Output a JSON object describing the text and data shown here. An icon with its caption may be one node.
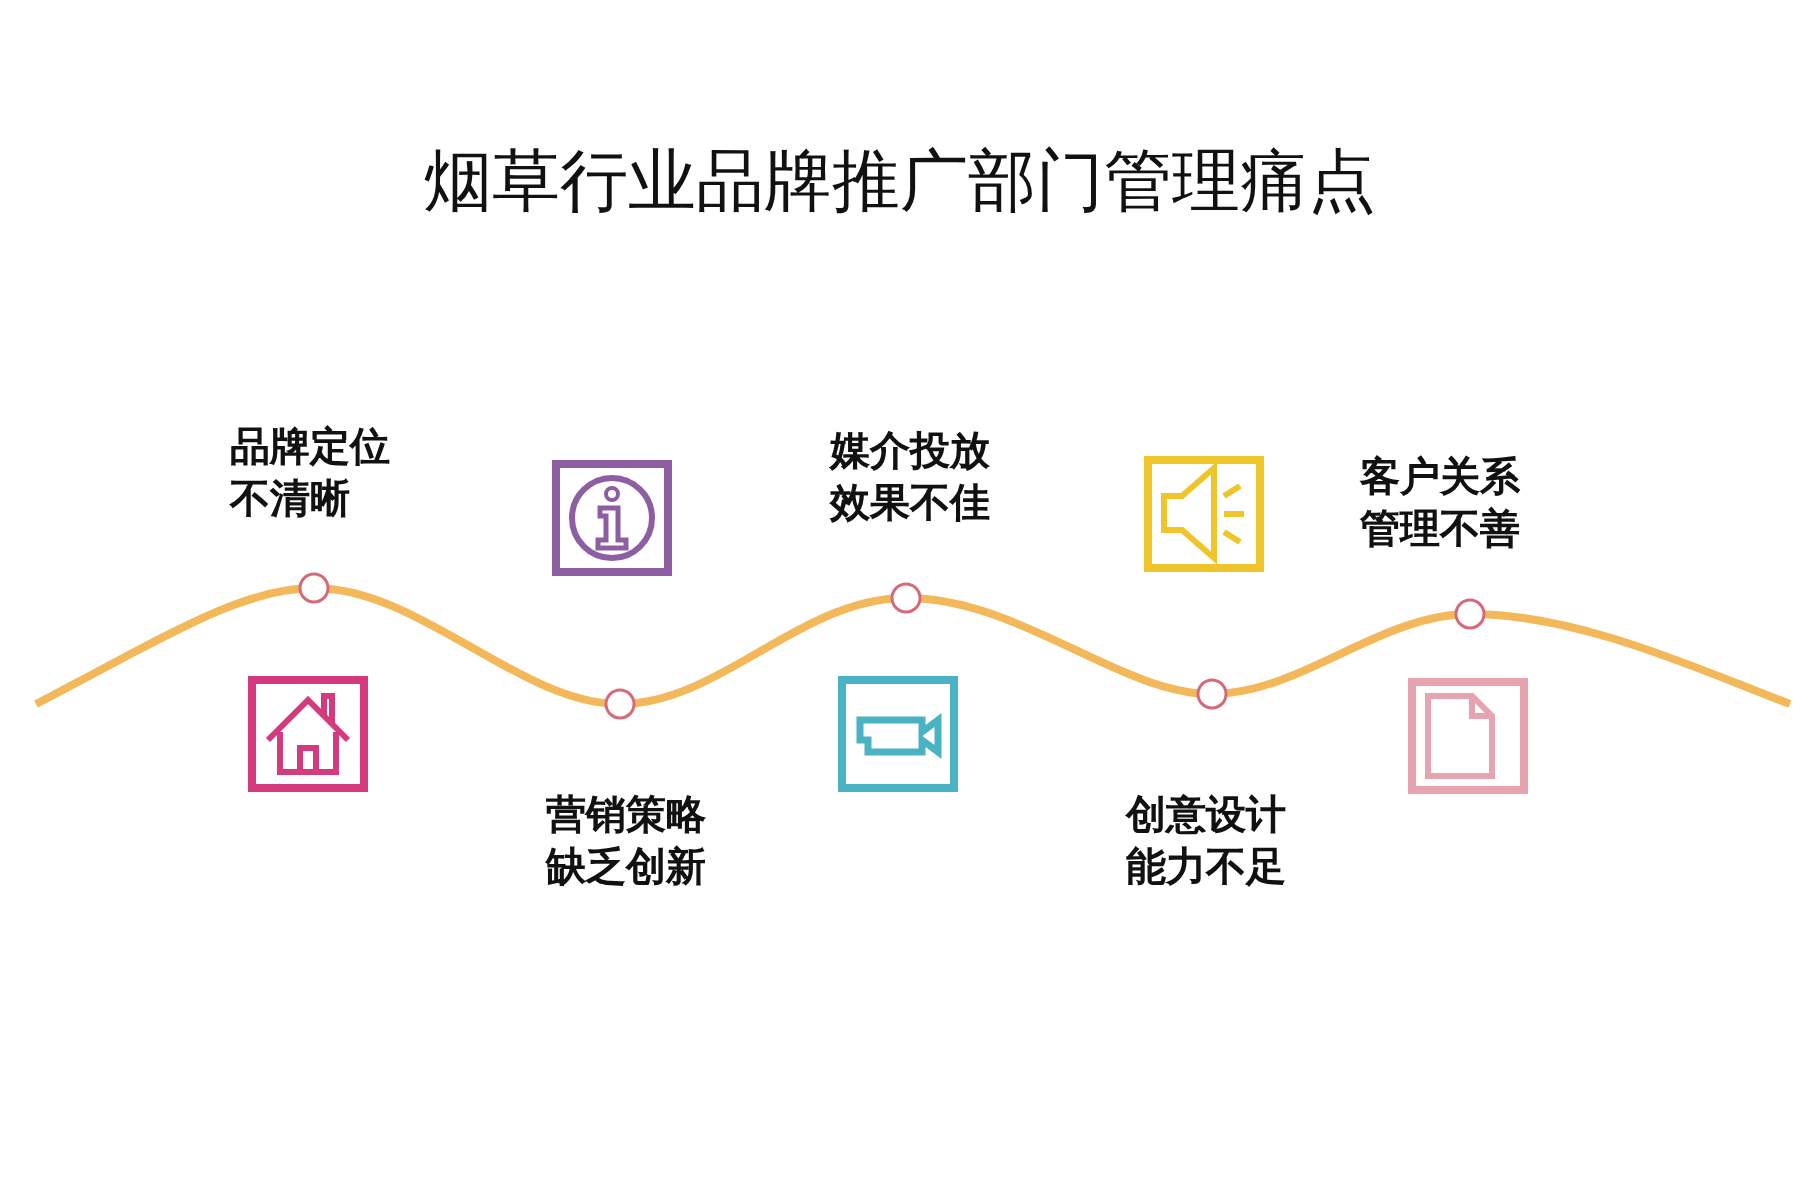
{
  "diagram": {
    "title": "烟草行业品牌推广部门管理痛点",
    "labels": [
      "品牌定位不清晰",
      "营销策略缺乏创新",
      "媒介投放效果不佳",
      "创意设计能力不足",
      "客户关系管理不善"
    ]
  }
}
